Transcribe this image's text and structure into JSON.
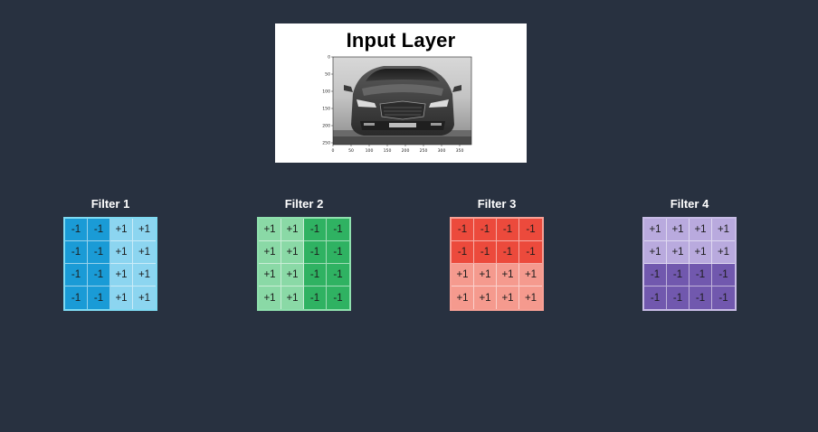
{
  "input_layer": {
    "title": "Input Layer",
    "y_ticks": [
      "0",
      "50",
      "100",
      "150",
      "200",
      "250"
    ],
    "x_ticks": [
      "0",
      "50",
      "100",
      "150",
      "200",
      "250",
      "300",
      "350"
    ]
  },
  "filters": [
    {
      "title": "Filter 1",
      "border_color": "#7fdaf2",
      "neg_color": "#1a9bd6",
      "pos_color": "#8cd5f0",
      "values": [
        [
          "-1",
          "-1",
          "+1",
          "+1"
        ],
        [
          "-1",
          "-1",
          "+1",
          "+1"
        ],
        [
          "-1",
          "-1",
          "+1",
          "+1"
        ],
        [
          "-1",
          "-1",
          "+1",
          "+1"
        ]
      ]
    },
    {
      "title": "Filter 2",
      "border_color": "#8fe0ae",
      "neg_color": "#2fb262",
      "pos_color": "#8ad9a6",
      "values": [
        [
          "+1",
          "+1",
          "-1",
          "-1"
        ],
        [
          "+1",
          "+1",
          "-1",
          "-1"
        ],
        [
          "+1",
          "+1",
          "-1",
          "-1"
        ],
        [
          "+1",
          "+1",
          "-1",
          "-1"
        ]
      ]
    },
    {
      "title": "Filter 3",
      "border_color": "#f7a095",
      "neg_color": "#ec4a3c",
      "pos_color": "#f59a8e",
      "values": [
        [
          "-1",
          "-1",
          "-1",
          "-1"
        ],
        [
          "-1",
          "-1",
          "-1",
          "-1"
        ],
        [
          "+1",
          "+1",
          "+1",
          "+1"
        ],
        [
          "+1",
          "+1",
          "+1",
          "+1"
        ]
      ]
    },
    {
      "title": "Filter 4",
      "border_color": "#c8bce6",
      "neg_color": "#7158ae",
      "pos_color": "#b9aade",
      "values": [
        [
          "+1",
          "+1",
          "+1",
          "+1"
        ],
        [
          "+1",
          "+1",
          "+1",
          "+1"
        ],
        [
          "-1",
          "-1",
          "-1",
          "-1"
        ],
        [
          "-1",
          "-1",
          "-1",
          "-1"
        ]
      ]
    }
  ]
}
